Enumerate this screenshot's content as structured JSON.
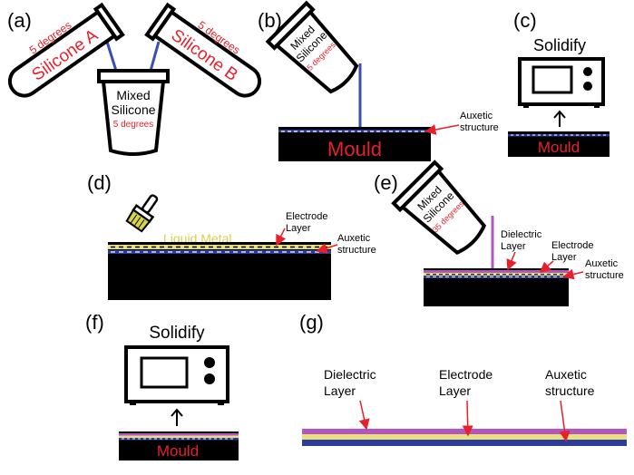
{
  "panels": {
    "a": {
      "label": "(a)",
      "tube_left": {
        "label": "Silicone A",
        "note": "5 degrees"
      },
      "tube_right": {
        "label": "Silicone B",
        "note": "5 degrees"
      },
      "cup": {
        "line1": "Mixed",
        "line2": "Silicone",
        "note": "5 degrees"
      }
    },
    "b": {
      "label": "(b)",
      "cup": {
        "line1": "Mixed",
        "line2": "Silicone",
        "note": "5 degrees"
      },
      "mould_label": "Mould",
      "annotation_line1": "Auxetic",
      "annotation_line2": "structure"
    },
    "c": {
      "label": "(c)",
      "title": "Solidify",
      "mould_label": "Mould"
    },
    "d": {
      "label": "(d)",
      "liquid_metal": "Liquid Metal",
      "electrode_line1": "Electrode",
      "electrode_line2": "Layer",
      "auxetic_line1": "Auxetic",
      "auxetic_line2": "structure"
    },
    "e": {
      "label": "(e)",
      "cup": {
        "line1": "Mixed",
        "line2": "Silicone",
        "note": "35 degrees"
      },
      "dielectric_line1": "Dielectric",
      "dielectric_line2": "Layer",
      "electrode_line1": "Electrode",
      "electrode_line2": "Layer",
      "auxetic_line1": "Auxetic",
      "auxetic_line2": "structure"
    },
    "f": {
      "label": "(f)",
      "title": "Solidify",
      "mould_label": "Mould"
    },
    "g": {
      "label": "(g)",
      "dielectric_line1": "Dielectric",
      "dielectric_line2": "Layer",
      "electrode_line1": "Electrode",
      "electrode_line2": "Layer",
      "auxetic_line1": "Auxetic",
      "auxetic_line2": "structure"
    }
  },
  "colors": {
    "red_text": "#e8202a",
    "silicone_stream": "#3a4fb4",
    "dielectric": "#b455c4",
    "electrode": "#e8e07a",
    "auxetic": "#2b3c9a",
    "mould": "#000000",
    "liquid_metal": "#d8d24a"
  }
}
